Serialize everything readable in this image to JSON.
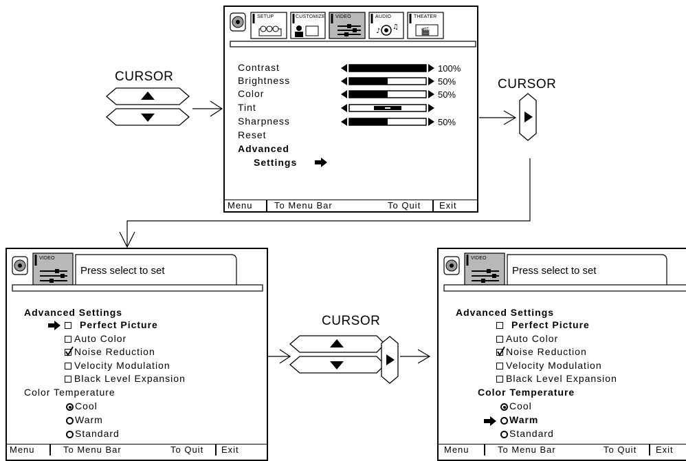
{
  "cursor_label": "CURSOR",
  "main_menu": {
    "tabs": [
      "SETUP",
      "CUSTOMIZE",
      "VIDEO",
      "AUDIO",
      "THEATER"
    ],
    "items": [
      "Contrast",
      "Brightness",
      "Color",
      "Tint",
      "Sharpness",
      "Reset"
    ],
    "advanced_line1": "Advanced",
    "advanced_line2": "Settings",
    "values": {
      "contrast": "100%",
      "brightness": "50%",
      "color": "50%",
      "sharpness": "50%"
    },
    "levels": {
      "contrast": 1.0,
      "brightness": 0.5,
      "color": 0.5,
      "tint": 0.5,
      "sharpness": 0.5
    }
  },
  "footer": {
    "menu": "Menu",
    "to_menu_bar": "To Menu Bar",
    "to_quit": "To Quit",
    "exit": "Exit"
  },
  "advanced": {
    "tab": "VIDEO",
    "prompt": "Press select to set",
    "title": "Advanced Settings",
    "options": [
      "Perfect Picture",
      "Auto Color",
      "Noise Reduction",
      "Velocity Modulation",
      "Black Level Expansion"
    ],
    "checked": [
      false,
      false,
      true,
      false,
      false
    ],
    "color_temp_label": "Color Temperature",
    "temps": [
      "Cool",
      "Warm",
      "Standard"
    ],
    "selected_temp": "Cool"
  }
}
